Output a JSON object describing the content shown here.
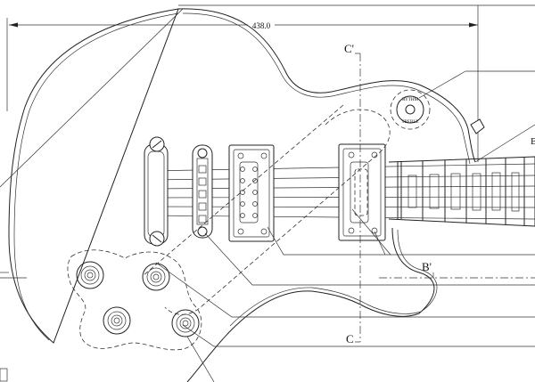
{
  "drawing": {
    "dimension_overall": "438.0",
    "section_c_top": "C'",
    "section_c_bottom": "C",
    "section_b": "B'",
    "toggle_top": "RYTHM",
    "toggle_bottom": "TREBLE",
    "edge_letter": "B"
  }
}
